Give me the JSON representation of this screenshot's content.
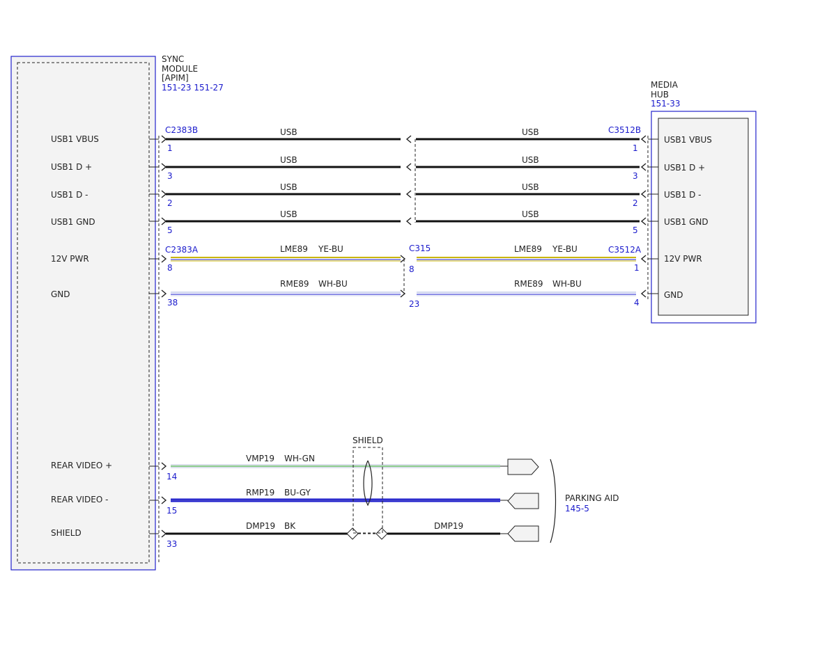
{
  "sync_module": {
    "name_lines": [
      "SYNC",
      "MODULE",
      "[APIM]"
    ],
    "refs": "151-23  151-27"
  },
  "media_hub": {
    "name_lines": [
      "MEDIA",
      "HUB"
    ],
    "refs": "151-33"
  },
  "parking_aid": {
    "name": "PARKING AID",
    "ref": "145-5"
  },
  "connectors": {
    "c2383b": "C2383B",
    "c3512b": "C3512B",
    "c2383a": "C2383A",
    "c315": "C315",
    "c3512a": "C3512A"
  },
  "shield_label": "SHIELD",
  "left_pins": [
    "USB1 VBUS",
    "USB1 D +",
    "USB1 D -",
    "USB1 GND",
    "12V PWR",
    "GND",
    "REAR VIDEO +",
    "REAR VIDEO -",
    "SHIELD"
  ],
  "right_pins": [
    "USB1 VBUS",
    "USB1 D +",
    "USB1 D -",
    "USB1 GND",
    "12V PWR",
    "GND"
  ],
  "usb_circuits": [
    {
      "left_label": "USB",
      "right_label": "USB",
      "left_pin": "1",
      "right_pin": "1"
    },
    {
      "left_label": "USB",
      "right_label": "USB",
      "left_pin": "3",
      "right_pin": "3"
    },
    {
      "left_label": "USB",
      "right_label": "USB",
      "left_pin": "2",
      "right_pin": "2"
    },
    {
      "left_label": "USB",
      "right_label": "USB",
      "left_pin": "5",
      "right_pin": "5"
    }
  ],
  "power_circuits": [
    {
      "circuit": "LME89",
      "color": "YE-BU",
      "left_pin": "8",
      "mid_pin": "8",
      "right_pin": "1",
      "c1": "#c8b400",
      "c2": "#1a1acc"
    },
    {
      "circuit": "RME89",
      "color": "WH-BU",
      "left_pin": "38",
      "mid_pin": "23",
      "right_pin": "4",
      "c1": "#ffffff",
      "c2": "#1a1acc"
    }
  ],
  "video_circuits": [
    {
      "circuit": "VMP19",
      "color": "WH-GN",
      "pin": "14",
      "c1": "#ffffff",
      "c2": "#1a9a1a"
    },
    {
      "circuit": "RMP19",
      "color": "BU-GY",
      "pin": "15",
      "c1": "#1a1acc",
      "c2": "#888888"
    },
    {
      "circuit": "DMP19",
      "color": "BK",
      "pin": "33",
      "right_circuit": "DMP19"
    }
  ]
}
